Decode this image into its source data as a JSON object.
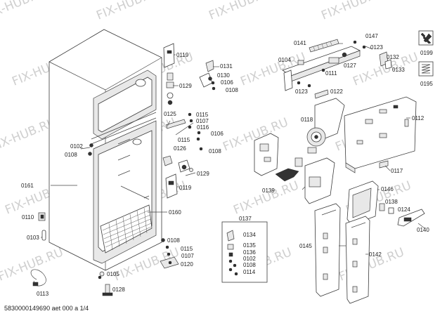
{
  "watermark": "FIX-HUB.RU",
  "footer": "5830000149690 aet 000 a 1/4",
  "labels": [
    {
      "id": "p0119a",
      "text": "0119"
    },
    {
      "id": "p0129",
      "text": "0129"
    },
    {
      "id": "p0131",
      "text": "0131"
    },
    {
      "id": "p0130",
      "text": "0130"
    },
    {
      "id": "p0106a",
      "text": "0106"
    },
    {
      "id": "p0108a",
      "text": "0108"
    },
    {
      "id": "p0125",
      "text": "0125"
    },
    {
      "id": "p0115a",
      "text": "0115"
    },
    {
      "id": "p0107a",
      "text": "0107"
    },
    {
      "id": "p0116",
      "text": "0116"
    },
    {
      "id": "p0106b",
      "text": "0106"
    },
    {
      "id": "p0115b",
      "text": "0115"
    },
    {
      "id": "p0126",
      "text": "0126"
    },
    {
      "id": "p0108b",
      "text": "0108"
    },
    {
      "id": "p0129b",
      "text": "0129"
    },
    {
      "id": "p0119b",
      "text": "0119"
    },
    {
      "id": "p0102",
      "text": "0102"
    },
    {
      "id": "p0108c",
      "text": "0108"
    },
    {
      "id": "p0161",
      "text": "0161"
    },
    {
      "id": "p0160",
      "text": "0160"
    },
    {
      "id": "p0110",
      "text": "0110"
    },
    {
      "id": "p0103",
      "text": "0103"
    },
    {
      "id": "p0108d",
      "text": "0108"
    },
    {
      "id": "p0115c",
      "text": "0115"
    },
    {
      "id": "p0107b",
      "text": "0107"
    },
    {
      "id": "p0120",
      "text": "0120"
    },
    {
      "id": "p0105",
      "text": "0105"
    },
    {
      "id": "p0113",
      "text": "0113"
    },
    {
      "id": "p0128",
      "text": "0128"
    },
    {
      "id": "p0141",
      "text": "0141"
    },
    {
      "id": "p0147",
      "text": "0147"
    },
    {
      "id": "p0123a",
      "text": "0123"
    },
    {
      "id": "p0104",
      "text": "0104"
    },
    {
      "id": "p0127",
      "text": "0127"
    },
    {
      "id": "p0111",
      "text": "0111"
    },
    {
      "id": "p0132",
      "text": "0132"
    },
    {
      "id": "p0133",
      "text": "0133"
    },
    {
      "id": "p0199",
      "text": "0199"
    },
    {
      "id": "p0195",
      "text": "0195"
    },
    {
      "id": "p0123b",
      "text": "0123"
    },
    {
      "id": "p0122",
      "text": "0122"
    },
    {
      "id": "p0118",
      "text": "0118"
    },
    {
      "id": "p0112",
      "text": "0112"
    },
    {
      "id": "p0117",
      "text": "0117"
    },
    {
      "id": "p0139",
      "text": "0139"
    },
    {
      "id": "p0146",
      "text": "0146"
    },
    {
      "id": "p0138",
      "text": "0138"
    },
    {
      "id": "p0124",
      "text": "0124"
    },
    {
      "id": "p0140",
      "text": "0140"
    },
    {
      "id": "p0137",
      "text": "0137"
    },
    {
      "id": "p0134",
      "text": "0134"
    },
    {
      "id": "p0135",
      "text": "0135"
    },
    {
      "id": "p0136",
      "text": "0136"
    },
    {
      "id": "p0102b",
      "text": "0102"
    },
    {
      "id": "p0108e",
      "text": "0108"
    },
    {
      "id": "p0114",
      "text": "0114"
    },
    {
      "id": "p0145",
      "text": "0145"
    },
    {
      "id": "p0142",
      "text": "0142"
    }
  ]
}
